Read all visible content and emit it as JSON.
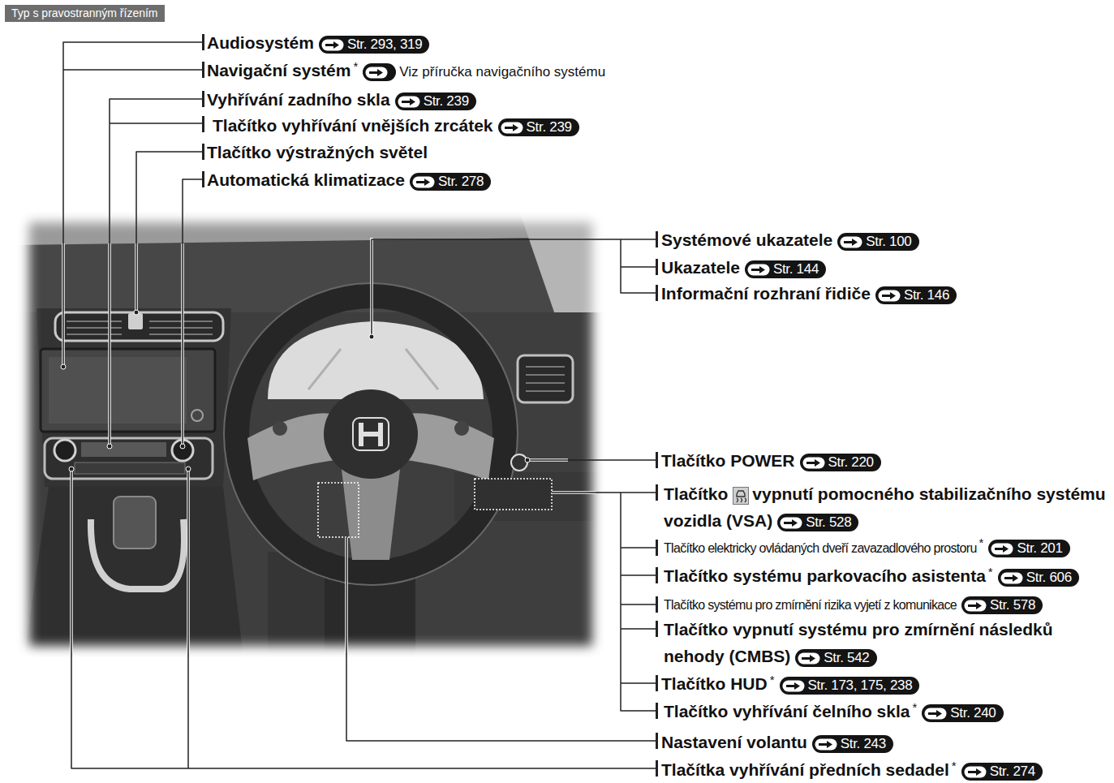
{
  "diagram": {
    "nodes": [
      {
        "text": [
          "Typ s pravostranným řízením"
        ]
      },
      {
        "text": [
          "Str. 293, 319"
        ]
      },
      {
        "text": [
          "Str. 239"
        ]
      },
      {
        "text": [
          "Str. 239"
        ]
      },
      {
        "text": [
          "Str. 278"
        ]
      },
      {
        "text": [
          "Str. 100"
        ]
      },
      {
        "text": [
          "Str. 144"
        ]
      },
      {
        "text": [
          "Str. 146"
        ]
      },
      {
        "text": [
          "Str. 220"
        ]
      },
      {
        "text": [
          "Str. 528"
        ]
      },
      {
        "text": [
          "Str. 201"
        ]
      },
      {
        "text": [
          "Str. 606"
        ]
      },
      {
        "text": [
          "Str. 578"
        ]
      },
      {
        "text": [
          "Str. 542"
        ]
      },
      {
        "text": [
          "Str. 173, 175, 238"
        ]
      },
      {
        "text": [
          "Str. 240"
        ]
      },
      {
        "text": [
          "Str. 243"
        ]
      },
      {
        "text": [
          "Str. 274"
        ]
      }
    ],
    "labels": [
      "Audiosystém",
      "Navigační systém",
      "*",
      "Viz příručka navigačního systému",
      "Vyhřívání zadního skla",
      "Tlačítko vyhřívání vnějších zrcátek",
      "Tlačítko výstražných světel",
      "Automatická klimatizace",
      "Systémové ukazatele",
      "Ukazatele",
      "Informační rozhraní řidiče",
      "Tlačítko POWER",
      "Tlačítko",
      "vypnutí pomocného stabilizačního systému vozidla (VSA)",
      "Tlačítko elektricky ovládaných dveří zavazadlového prostoru",
      "*",
      "Tlačítko systému parkovacího asistenta",
      "*",
      "Tlačítko systému pro zmírnění rizika vyjetí z komunikace",
      "Tlačítko vypnutí systému pro zmírnění následků nehody (CMBS)",
      "Tlačítko HUD",
      "*",
      "Tlačítko vyhřívání čelního skla",
      "*",
      "Nastavení volantu",
      "Tlačítka vyhřívání předních sedadel",
      "*"
    ]
  }
}
